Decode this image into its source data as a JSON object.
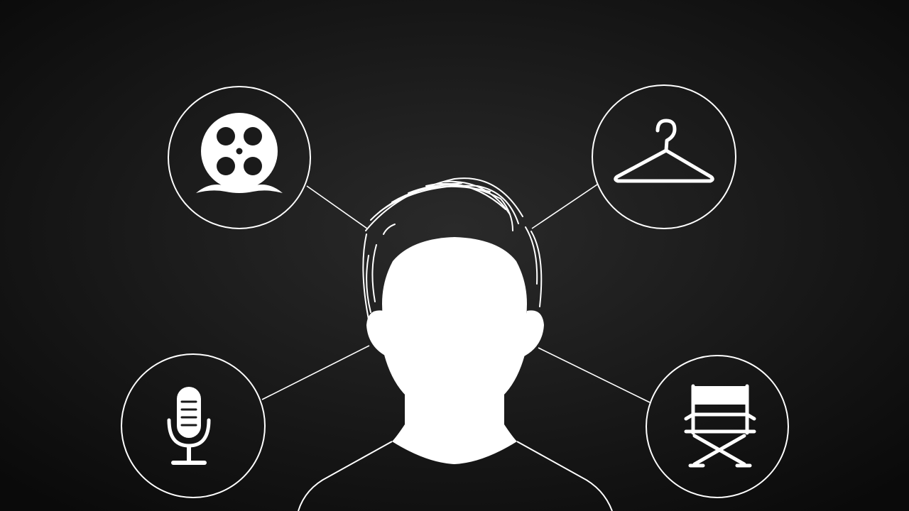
{
  "colors": {
    "background_center": "#2a2a2a",
    "background_edge": "#0a0a0a",
    "foreground": "#ffffff"
  },
  "center": {
    "icon": "person-silhouette-icon"
  },
  "nodes": [
    {
      "id": "film",
      "icon": "film-reel-icon"
    },
    {
      "id": "wardrobe",
      "icon": "clothes-hanger-icon"
    },
    {
      "id": "voice",
      "icon": "microphone-icon"
    },
    {
      "id": "director",
      "icon": "director-chair-icon"
    }
  ]
}
